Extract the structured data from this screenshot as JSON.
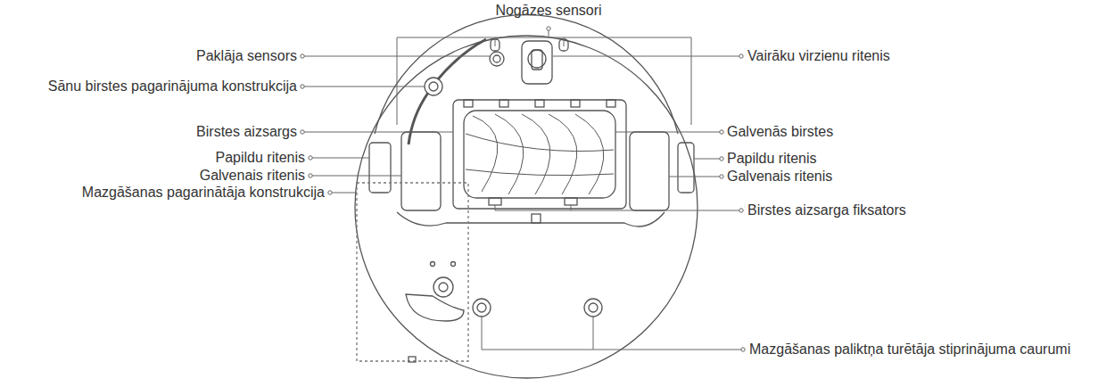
{
  "diagram": {
    "labels": [
      "Nogāzes sensori",
      "Paklāja sensors",
      "Vairāku virzienu ritenis",
      "Sānu birstes pagarinājuma konstrukcija",
      "Birstes aizsargs",
      "Galvenās birstes",
      "Papildu ritenis",
      "Papildu ritenis",
      "Galvenais ritenis",
      "Galvenais ritenis",
      "Mazgāšanas pagarinātāja konstrukcija",
      "Birstes aizsarga fiksators",
      "Mazgāšanas paliktņa turētāja stiprinājuma caurumi"
    ]
  }
}
